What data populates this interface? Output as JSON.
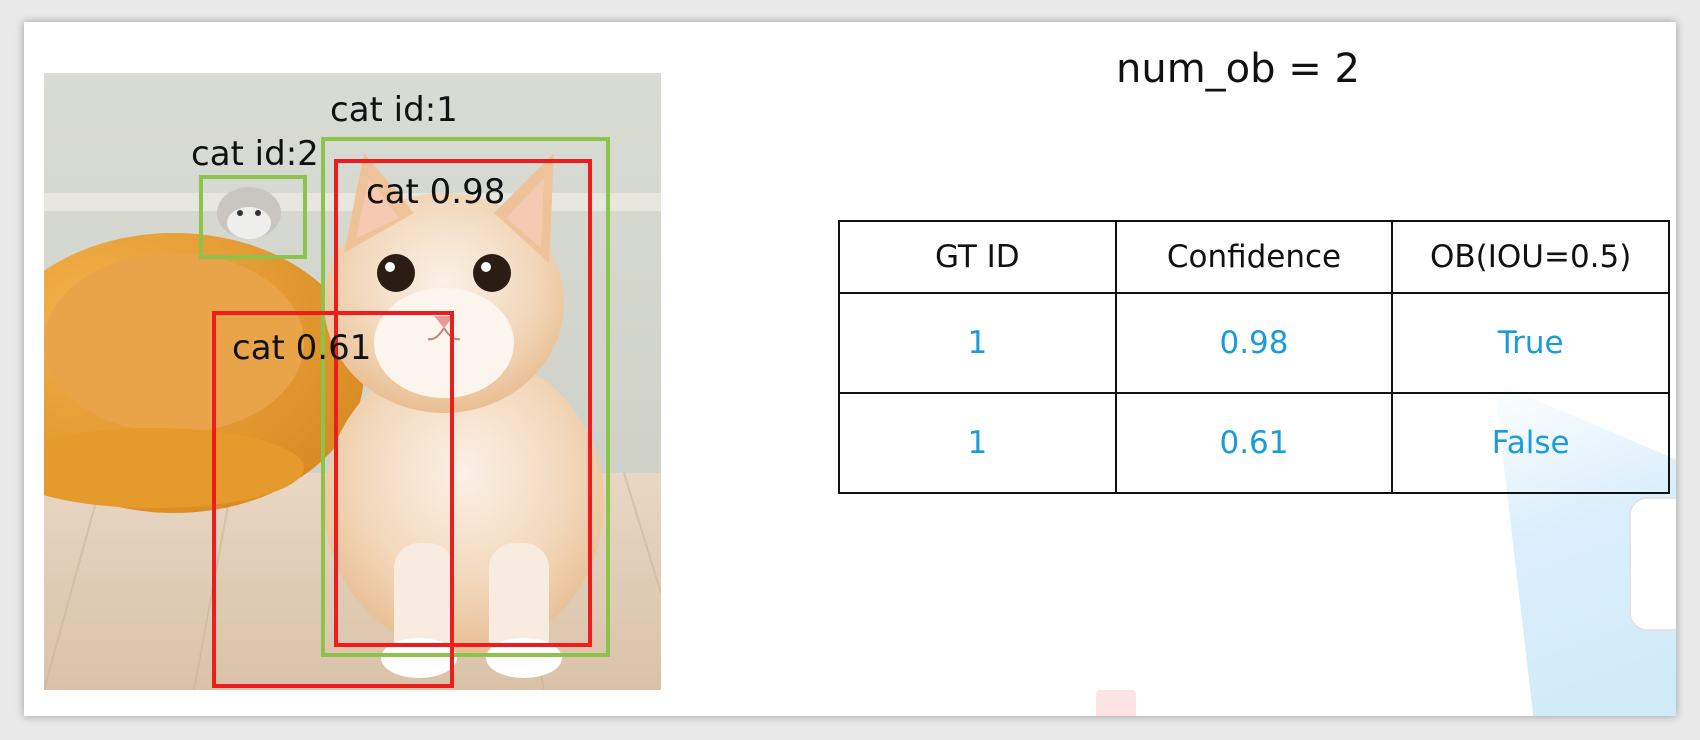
{
  "title": "num_ob = 2",
  "image": {
    "subject": "cat",
    "ground_truth_labels": [
      "cat id:1",
      "cat id:2"
    ],
    "prediction_labels": [
      "cat 0.98",
      "cat 0.61"
    ],
    "colors": {
      "ground_truth_box": "#8dc34a",
      "prediction_box": "#ee1c1c"
    }
  },
  "table": {
    "headers": [
      "GT ID",
      "Confidence",
      "OB(IOU=0.5)"
    ],
    "rows": [
      [
        "1",
        "0.98",
        "True"
      ],
      [
        "1",
        "0.61",
        "False"
      ]
    ],
    "value_color": "#1c9bdb"
  }
}
